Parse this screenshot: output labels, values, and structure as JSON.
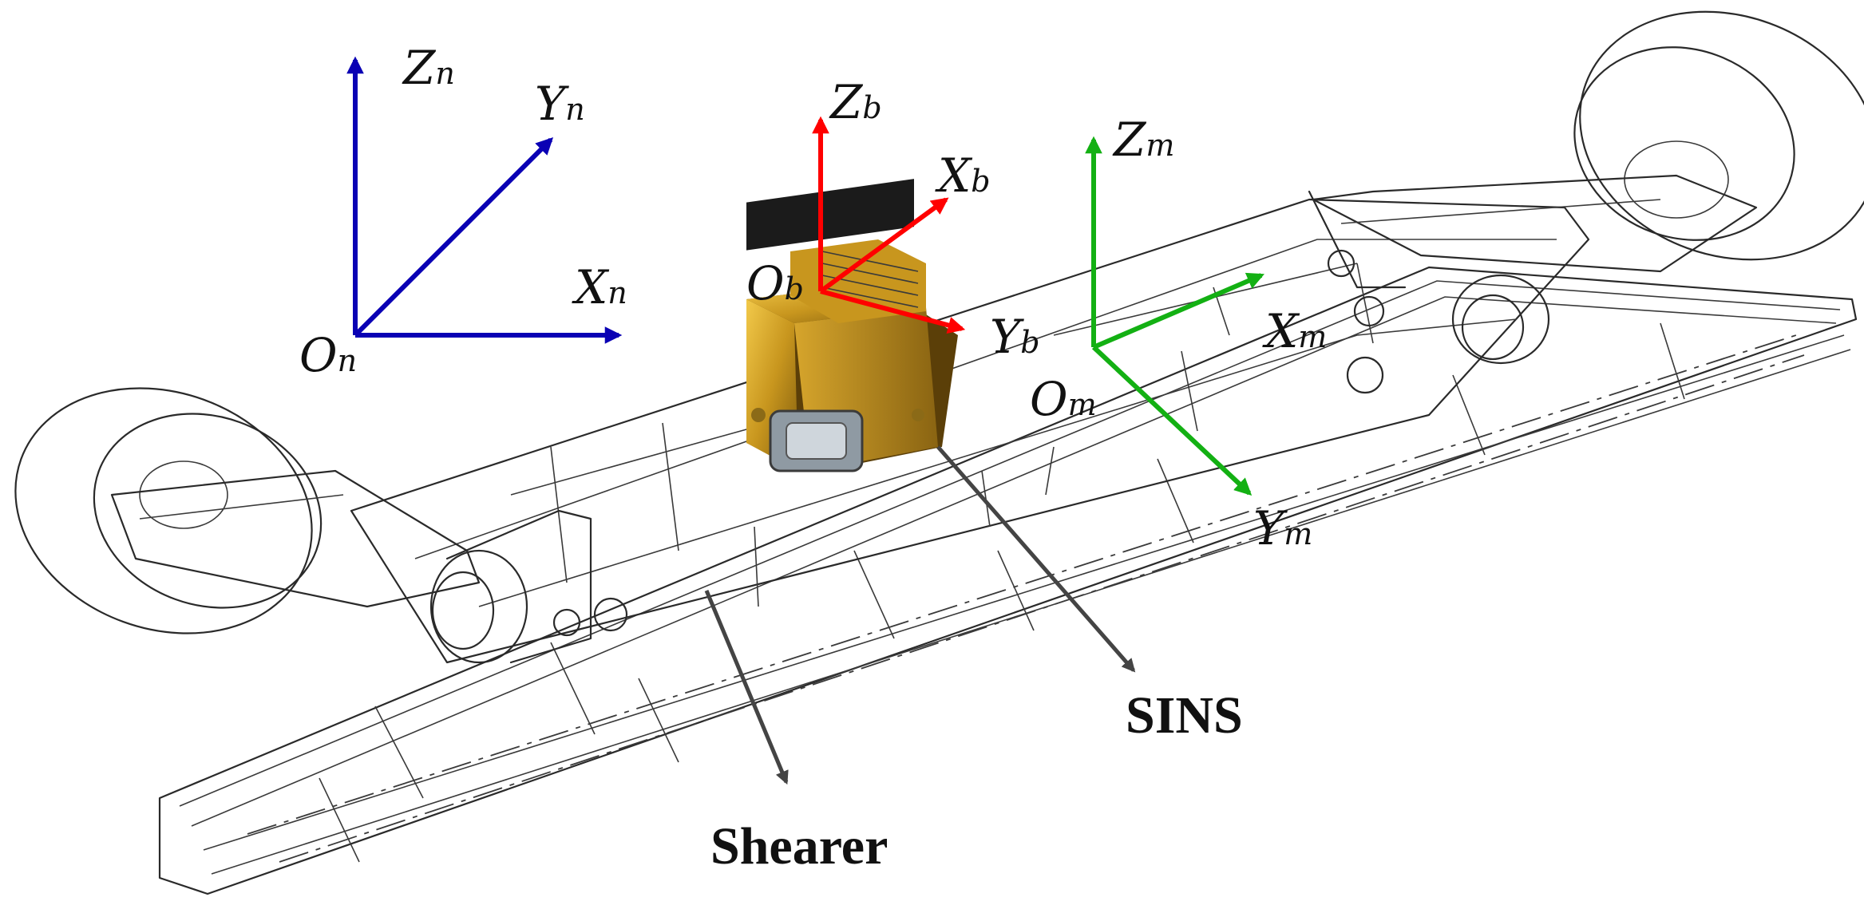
{
  "frames": {
    "navigation": {
      "color": "#0a00b4",
      "x": "X",
      "x_sub": "n",
      "y": "Y",
      "y_sub": "n",
      "z": "Z",
      "z_sub": "n",
      "origin": "O",
      "origin_sub": "n"
    },
    "body": {
      "color": "#ff0000",
      "x": "X",
      "x_sub": "b",
      "y": "Y",
      "y_sub": "b",
      "z": "Z",
      "z_sub": "b",
      "origin": "O",
      "origin_sub": "b"
    },
    "machine": {
      "color": "#13b013",
      "x": "X",
      "x_sub": "m",
      "y": "Y",
      "y_sub": "m",
      "z": "Z",
      "z_sub": "m",
      "origin": "O",
      "origin_sub": "m"
    }
  },
  "callouts": {
    "sins": "SINS",
    "shearer": "Shearer"
  }
}
